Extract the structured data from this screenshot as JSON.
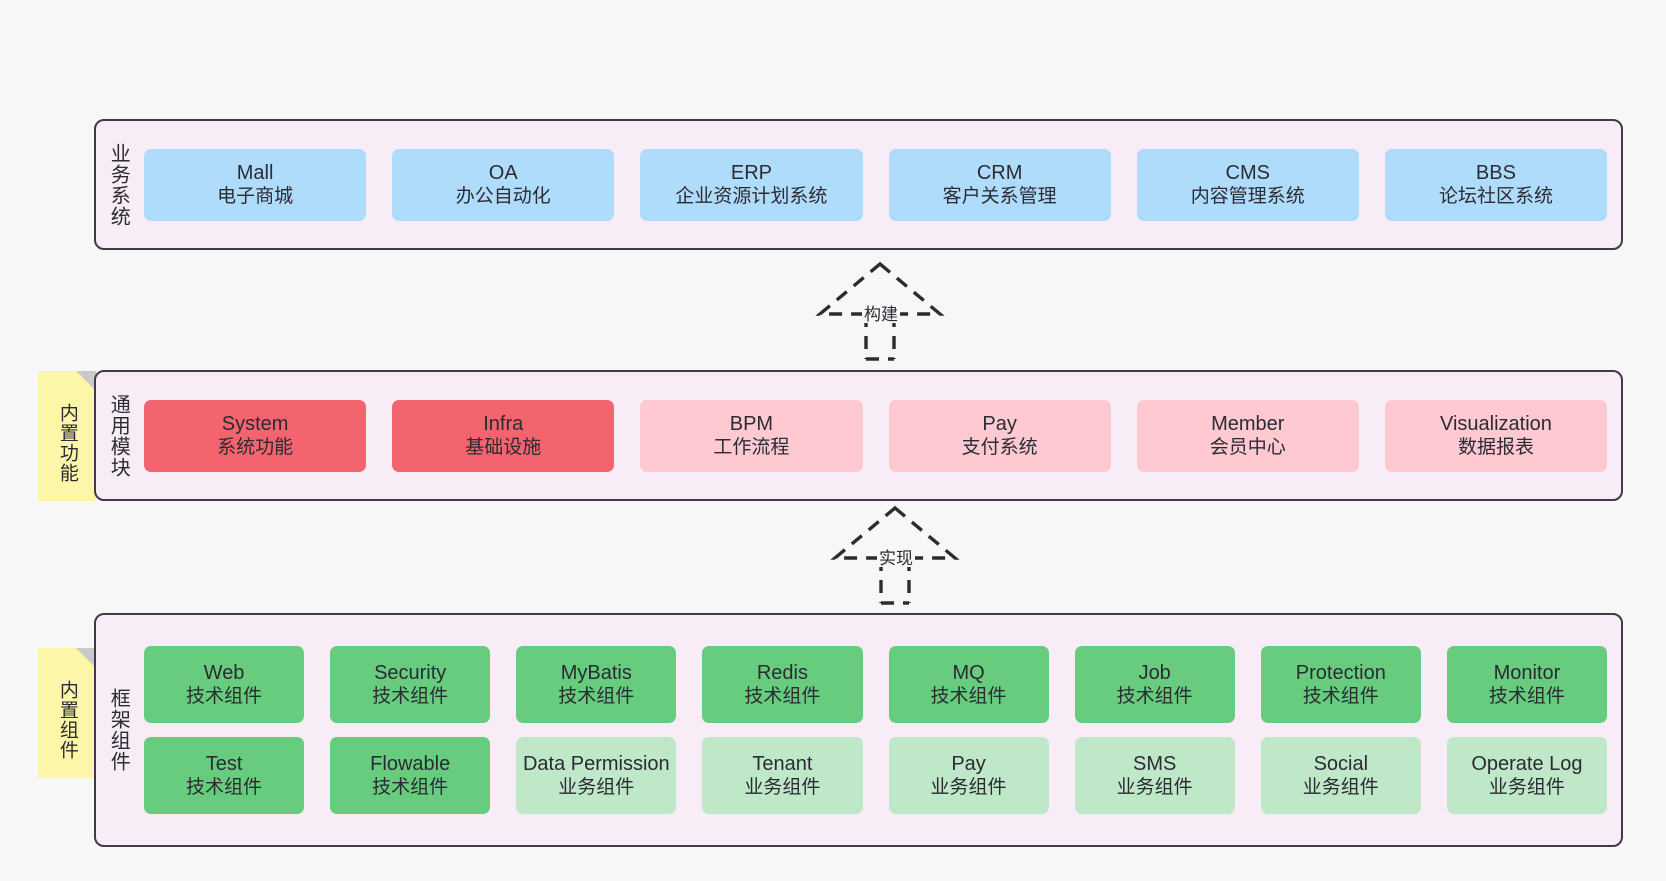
{
  "diagram": {
    "background_color": "#f7f7f7",
    "band_fill": "#f8ecf6",
    "band_border": "#41394a",
    "colors": {
      "business_system": "#b0dcfc",
      "core_module": "#f4646e",
      "module": "#fec9d1",
      "tech_component": "#67cc7e",
      "biz_component": "#bfe8c8",
      "note": "#fcf7a8"
    }
  },
  "layers": {
    "business": {
      "title": "业务系统",
      "items": [
        {
          "name": "Mall",
          "desc": "电子商城",
          "color": "#b0dcfc"
        },
        {
          "name": "OA",
          "desc": "办公自动化",
          "color": "#b0dcfc"
        },
        {
          "name": "ERP",
          "desc": "企业资源计划系统",
          "color": "#b0dcfc"
        },
        {
          "name": "CRM",
          "desc": "客户关系管理",
          "color": "#b0dcfc"
        },
        {
          "name": "CMS",
          "desc": "内容管理系统",
          "color": "#b0dcfc"
        },
        {
          "name": "BBS",
          "desc": "论坛社区系统",
          "color": "#b0dcfc"
        }
      ]
    },
    "modules": {
      "title": "通用模块",
      "note": "内置功能",
      "items": [
        {
          "name": "System",
          "desc": "系统功能",
          "color": "#f4646e"
        },
        {
          "name": "Infra",
          "desc": "基础设施",
          "color": "#f4646e"
        },
        {
          "name": "BPM",
          "desc": "工作流程",
          "color": "#fec9d1"
        },
        {
          "name": "Pay",
          "desc": "支付系统",
          "color": "#fec9d1"
        },
        {
          "name": "Member",
          "desc": "会员中心",
          "color": "#fec9d1"
        },
        {
          "name": "Visualization",
          "desc": "数据报表",
          "color": "#fec9d1"
        }
      ]
    },
    "framework": {
      "title": "框架组件",
      "note": "内置组件",
      "row1": [
        {
          "name": "Web",
          "desc": "技术组件",
          "color": "#67cc7e"
        },
        {
          "name": "Security",
          "desc": "技术组件",
          "color": "#67cc7e"
        },
        {
          "name": "MyBatis",
          "desc": "技术组件",
          "color": "#67cc7e"
        },
        {
          "name": "Redis",
          "desc": "技术组件",
          "color": "#67cc7e"
        },
        {
          "name": "MQ",
          "desc": "技术组件",
          "color": "#67cc7e"
        },
        {
          "name": "Job",
          "desc": "技术组件",
          "color": "#67cc7e"
        },
        {
          "name": "Protection",
          "desc": "技术组件",
          "color": "#67cc7e"
        },
        {
          "name": "Monitor",
          "desc": "技术组件",
          "color": "#67cc7e"
        }
      ],
      "row2": [
        {
          "name": "Test",
          "desc": "技术组件",
          "color": "#67cc7e"
        },
        {
          "name": "Flowable",
          "desc": "技术组件",
          "color": "#67cc7e"
        },
        {
          "name": "Data Permission",
          "desc": "业务组件",
          "color": "#bfe8c8"
        },
        {
          "name": "Tenant",
          "desc": "业务组件",
          "color": "#bfe8c8"
        },
        {
          "name": "Pay",
          "desc": "业务组件",
          "color": "#bfe8c8"
        },
        {
          "name": "SMS",
          "desc": "业务组件",
          "color": "#bfe8c8"
        },
        {
          "name": "Social",
          "desc": "业务组件",
          "color": "#bfe8c8"
        },
        {
          "name": "Operate Log",
          "desc": "业务组件",
          "color": "#bfe8c8"
        }
      ]
    }
  },
  "arrows": [
    {
      "id": "build",
      "label": "构建",
      "from": "通用模块",
      "to": "业务系统"
    },
    {
      "id": "implement",
      "label": "实现",
      "from": "框架组件",
      "to": "通用模块"
    }
  ]
}
